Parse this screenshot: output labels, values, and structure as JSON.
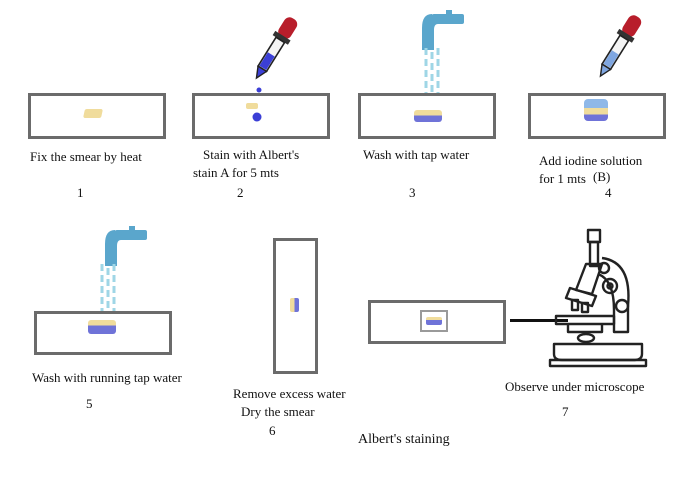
{
  "title": "Albert's staining",
  "steps": [
    {
      "number": "1",
      "text": "Fix the smear by heat"
    },
    {
      "number": "2",
      "line1": "Stain with Albert's",
      "line2": "stain A for 5 mts"
    },
    {
      "number": "3",
      "text": "Wash with tap water"
    },
    {
      "number": "4",
      "line1": "Add iodine solution",
      "line2": "for 1 mts",
      "marker": "(B)"
    },
    {
      "number": "5",
      "text": "Wash with running tap water"
    },
    {
      "number": "6",
      "line1": "Remove excess water",
      "line2": "Dry the smear"
    },
    {
      "number": "7",
      "text": "Observe under microscope"
    }
  ],
  "colors": {
    "slide_border": "#6b6b6b",
    "smear_fixed": "#f0dc9c",
    "stain_blue": "#3b3fd6",
    "water": "#9fd6e6",
    "tap": "#5aa6cc",
    "dropper_bulb": "#b81e2b",
    "microscope": "#222222"
  }
}
